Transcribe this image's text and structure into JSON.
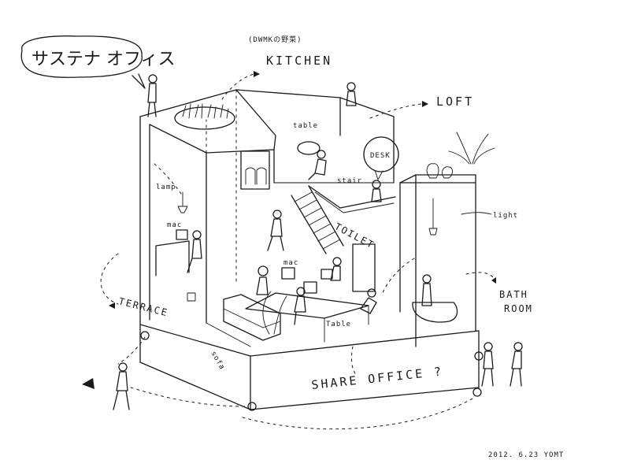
{
  "title": "サステナ オフィス",
  "subtitle": "(DWMKの野菜)",
  "labels": {
    "kitchen": "KITCHEN",
    "loft": "LOFT",
    "desk": "DESK",
    "table_top": "table",
    "stair": "stair",
    "lamp": "lamp",
    "light": "light",
    "mac_left": "mac",
    "mac_center": "mac",
    "toilet": "TOILET",
    "bath_room_1": "BATH",
    "bath_room_2": "ROOM",
    "terrace": "TERRACE",
    "sofa": "sofa",
    "table_bottom": "Table",
    "share_office": "SHARE OFFICE ?"
  },
  "signature": "2012. 6.23  YOMT",
  "colors": {
    "ink": "#1a1a1a",
    "paper": "#ffffff"
  },
  "icons": [
    "arrow-icon",
    "person-icon",
    "plant-icon",
    "wheel-icon"
  ]
}
